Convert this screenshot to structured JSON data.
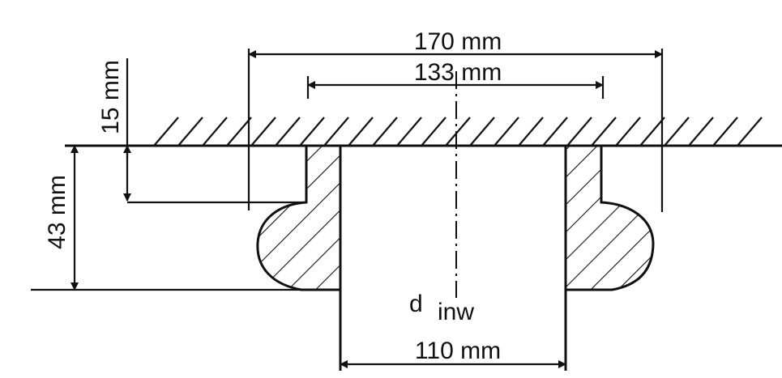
{
  "diagram": {
    "dimensions": {
      "outer_width": "170 mm",
      "inner_groove": "133 mm",
      "top_offset": "15 mm",
      "total_height": "43 mm",
      "bore": "110 mm"
    },
    "bore_symbol": {
      "main": "d",
      "subscript": "inw"
    },
    "colors": {
      "ink": "#111111",
      "paper": "#ffffff"
    }
  }
}
